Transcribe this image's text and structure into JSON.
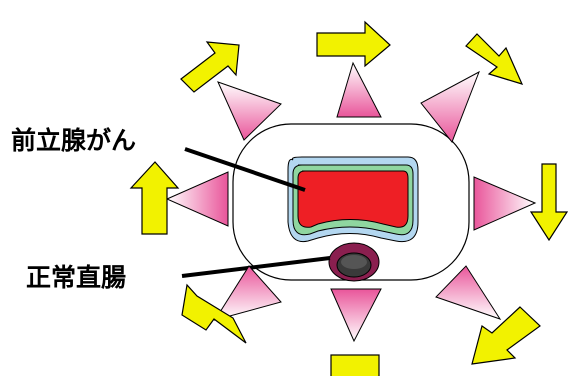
{
  "labels": {
    "prostate_cancer": "前立腺がん",
    "normal_rectum": "正常直腸"
  },
  "colors": {
    "arrow_fill": "#f2f200",
    "arrow_stroke": "#000000",
    "beam_pink": "#e9559a",
    "beam_light": "#ffffff",
    "tumor_red": "#ee1f25",
    "margin_green": "#8fd6a0",
    "margin_blue": "#b3d7f0",
    "rectum_fill": "#8a1f4f",
    "rectum_core": "#3a3a3a",
    "body_outline": "#000000"
  },
  "beam_count": 8
}
